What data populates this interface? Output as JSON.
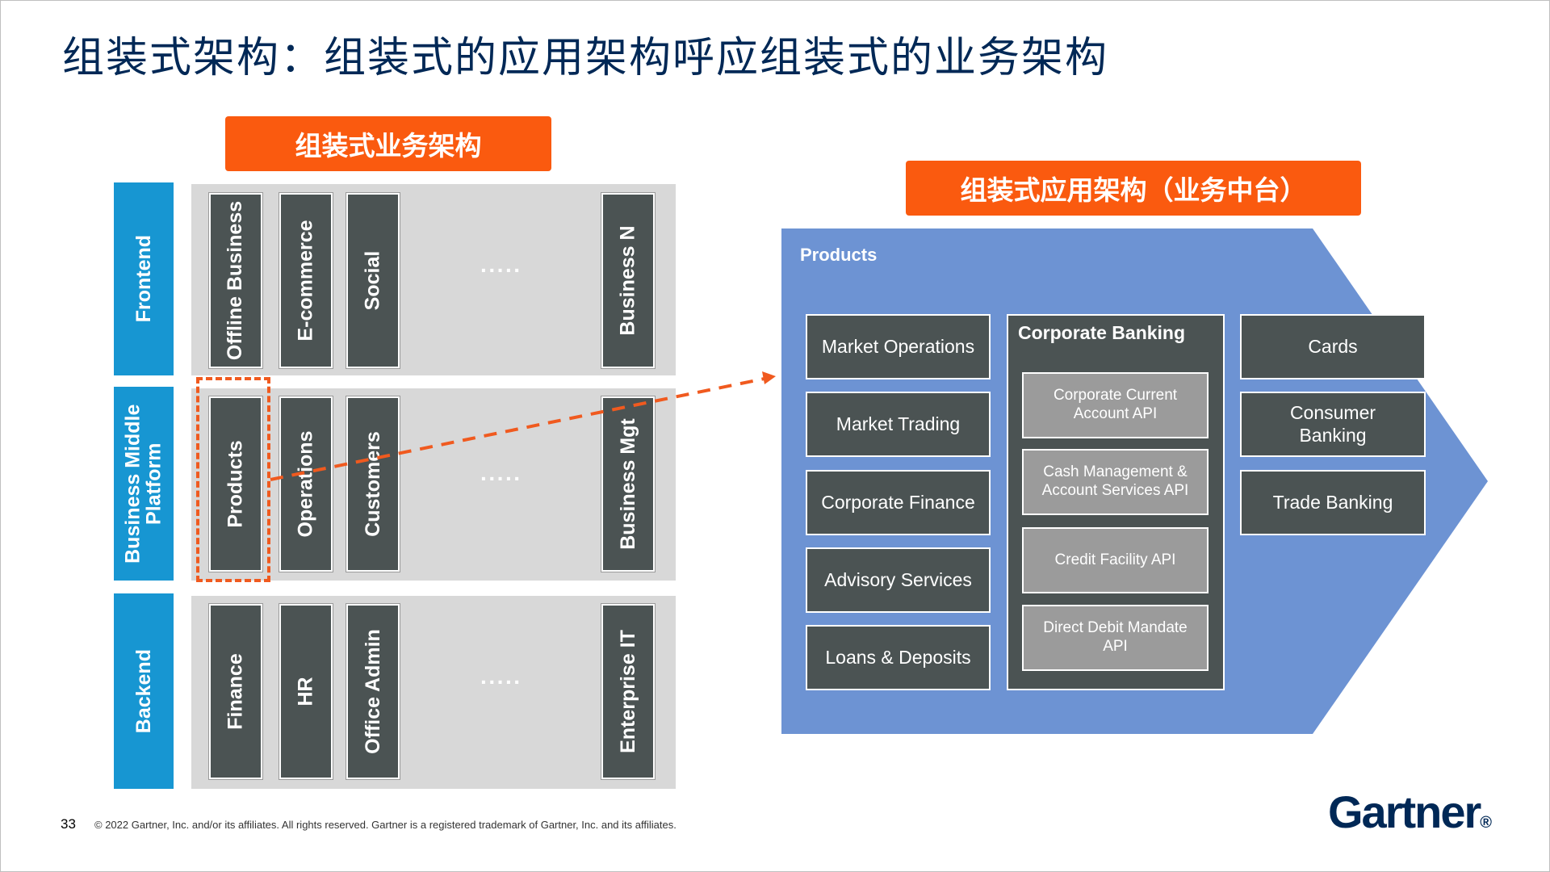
{
  "title": "组装式架构：组装式的应用架构呼应组装式的业务架构",
  "left_banner": "组装式业务架构",
  "right_banner": "组装式应用架构（业务中台）",
  "rows": {
    "frontend": {
      "label": "Frontend",
      "tiles": [
        "Offline Business",
        "E-commerce",
        "Social",
        "Business N"
      ],
      "ellipsis": "·····"
    },
    "middle": {
      "label_line1": "Business Middle",
      "label_line2": "Platform",
      "tiles": [
        "Products",
        "Operations",
        "Customers",
        "Business Mgt"
      ],
      "ellipsis": "·····"
    },
    "backend": {
      "label": "Backend",
      "tiles": [
        "Finance",
        "HR",
        "Office Admin",
        "Enterprise IT"
      ],
      "ellipsis": "·····"
    }
  },
  "products": {
    "heading": "Products",
    "left_column": [
      "Market Operations",
      "Market Trading",
      "Corporate Finance",
      "Advisory Services",
      "Loans & Deposits"
    ],
    "corporate_banking": {
      "title": "Corporate Banking",
      "apis": [
        "Corporate Current Account API",
        "Cash Management & Account Services API",
        "Credit Facility API",
        "Direct Debit Mandate API"
      ]
    },
    "right_column": [
      "Cards",
      "Consumer Banking",
      "Trade Banking"
    ]
  },
  "colors": {
    "brand_navy": "#002856",
    "orange": "#fa5a0f",
    "row_label_blue": "#1796d2",
    "tile_dark": "#4b5353",
    "arrow_blue": "#6d93d3",
    "api_gray": "#9b9b9b",
    "dashed_orange": "#f05a1f"
  },
  "footer": {
    "page_number": "33",
    "copyright": "© 2022 Gartner, Inc. and/or its affiliates. All rights reserved. Gartner is a registered trademark of Gartner, Inc. and its affiliates.",
    "logo_text": "Gartner",
    "logo_mark": "®"
  }
}
